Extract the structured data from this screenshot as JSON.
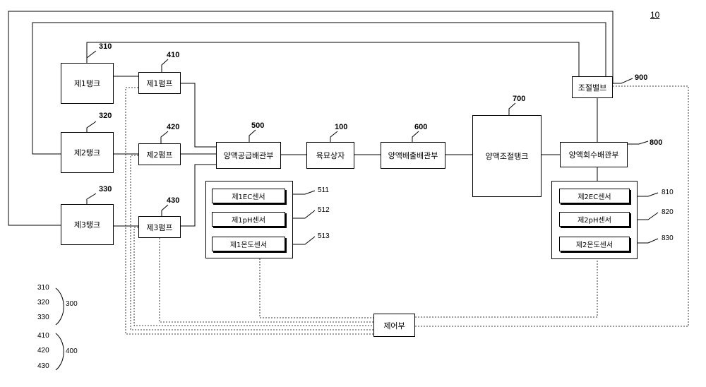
{
  "figure_ref": "10",
  "tanks": {
    "tank1": {
      "label": "제1탱크",
      "ref": "310"
    },
    "tank2": {
      "label": "제2탱크",
      "ref": "320"
    },
    "tank3": {
      "label": "제3탱크",
      "ref": "330"
    }
  },
  "pumps": {
    "pump1": {
      "label": "제1펌프",
      "ref": "410"
    },
    "pump2": {
      "label": "제2펌프",
      "ref": "420"
    },
    "pump3": {
      "label": "제3펌프",
      "ref": "430"
    }
  },
  "supply_pipe": {
    "label": "양액공급배관부",
    "ref": "500"
  },
  "seedling_box": {
    "label": "육묘상자",
    "ref": "100"
  },
  "discharge_pipe": {
    "label": "양액배출배관부",
    "ref": "600"
  },
  "adjust_tank": {
    "label": "양액조절탱크",
    "ref": "700"
  },
  "recovery_pipe": {
    "label": "양액회수배관부",
    "ref": "800"
  },
  "control_valve": {
    "label": "조절밸브",
    "ref": "900"
  },
  "controller": {
    "label": "제어부"
  },
  "sensors1": [
    {
      "label": "제1EC센서",
      "ref": "511"
    },
    {
      "label": "제1pH센서",
      "ref": "512"
    },
    {
      "label": "제1온도센서",
      "ref": "513"
    }
  ],
  "sensors2": [
    {
      "label": "제2EC센서",
      "ref": "810"
    },
    {
      "label": "제2pH센서",
      "ref": "820"
    },
    {
      "label": "제2온도센서",
      "ref": "830"
    }
  ],
  "legend": {
    "group300": {
      "items": [
        "310",
        "320",
        "330"
      ],
      "label": "300"
    },
    "group400": {
      "items": [
        "410",
        "420",
        "430"
      ],
      "label": "400"
    }
  }
}
